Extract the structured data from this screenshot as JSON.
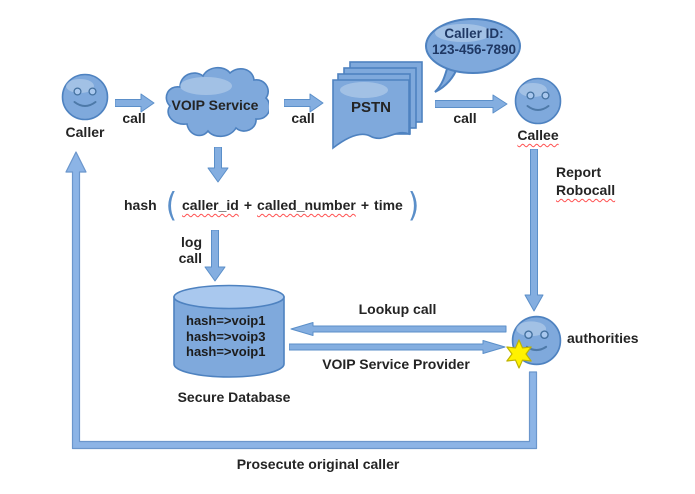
{
  "diagram": {
    "colors": {
      "shape_fill": "#7FA9DC",
      "shape_fill_light": "#A9C8EE",
      "shape_border": "#4E82C0",
      "arrow_fill": "#84AEE0",
      "arrow_border": "#5B8FC9",
      "line_fill": "#8CB4E6",
      "line_border": "#6B96CC",
      "text": "#242424",
      "bubble_text": "#1F3864",
      "paren": "#5B8FC9",
      "squiggle": "#FF5050",
      "star_fill": "#FFF200",
      "star_border": "#BFB300"
    },
    "nodes": {
      "caller": {
        "label": "Caller"
      },
      "voip_service": {
        "label": "VOIP Service"
      },
      "pstn": {
        "label": "PSTN"
      },
      "caller_id_bubble": {
        "line1": "Caller ID:",
        "line2": "123-456-7890"
      },
      "callee": {
        "label": "Callee"
      },
      "secure_database": {
        "label": "Secure Database",
        "rows": [
          "hash=>voip1",
          "hash=>voip3",
          "hash=>voip1"
        ]
      },
      "authorities": {
        "label": "authorities"
      }
    },
    "edges": {
      "caller_to_voip": {
        "label": "call"
      },
      "voip_to_pstn": {
        "label": "call"
      },
      "pstn_to_callee": {
        "label": "call"
      },
      "hash_formula": {
        "function": "hash",
        "open_paren": "(",
        "term1": "caller_id",
        "operator1": "+",
        "term2": "called_number",
        "operator2": "+",
        "term3": "time",
        "close_paren": ")"
      },
      "log_call": {
        "line1": "log",
        "line2": "call"
      },
      "report_robocall": {
        "line1": "Report",
        "line2": "Robocall"
      },
      "lookup_call": {
        "label": "Lookup call"
      },
      "voip_service_provider": {
        "label": "VOIP Service Provider"
      },
      "prosecute": {
        "label": "Prosecute original caller"
      }
    }
  }
}
